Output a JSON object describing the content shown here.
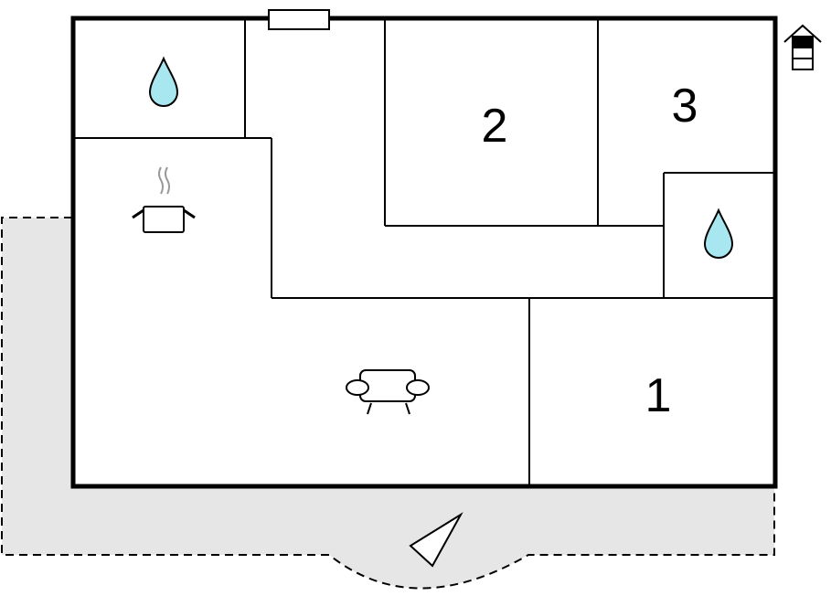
{
  "floorplan": {
    "rooms": {
      "bedroom_1": {
        "label": "1"
      },
      "bedroom_2": {
        "label": "2"
      },
      "bedroom_3": {
        "label": "3"
      }
    },
    "icons": {
      "bathroom_top_left": "water-drop-icon",
      "bathroom_right": "water-drop-icon",
      "kitchen": "cooking-pot-icon",
      "living_room": "sofa-icon",
      "north_arrow": "north-arrow-icon",
      "house_legend": "house-floor-icon"
    },
    "colors": {
      "walls": "#000000",
      "terrace_fill": "#e6e6e6",
      "water_drop": "#a8e6f0",
      "steam": "#999999",
      "background": "#ffffff"
    }
  }
}
